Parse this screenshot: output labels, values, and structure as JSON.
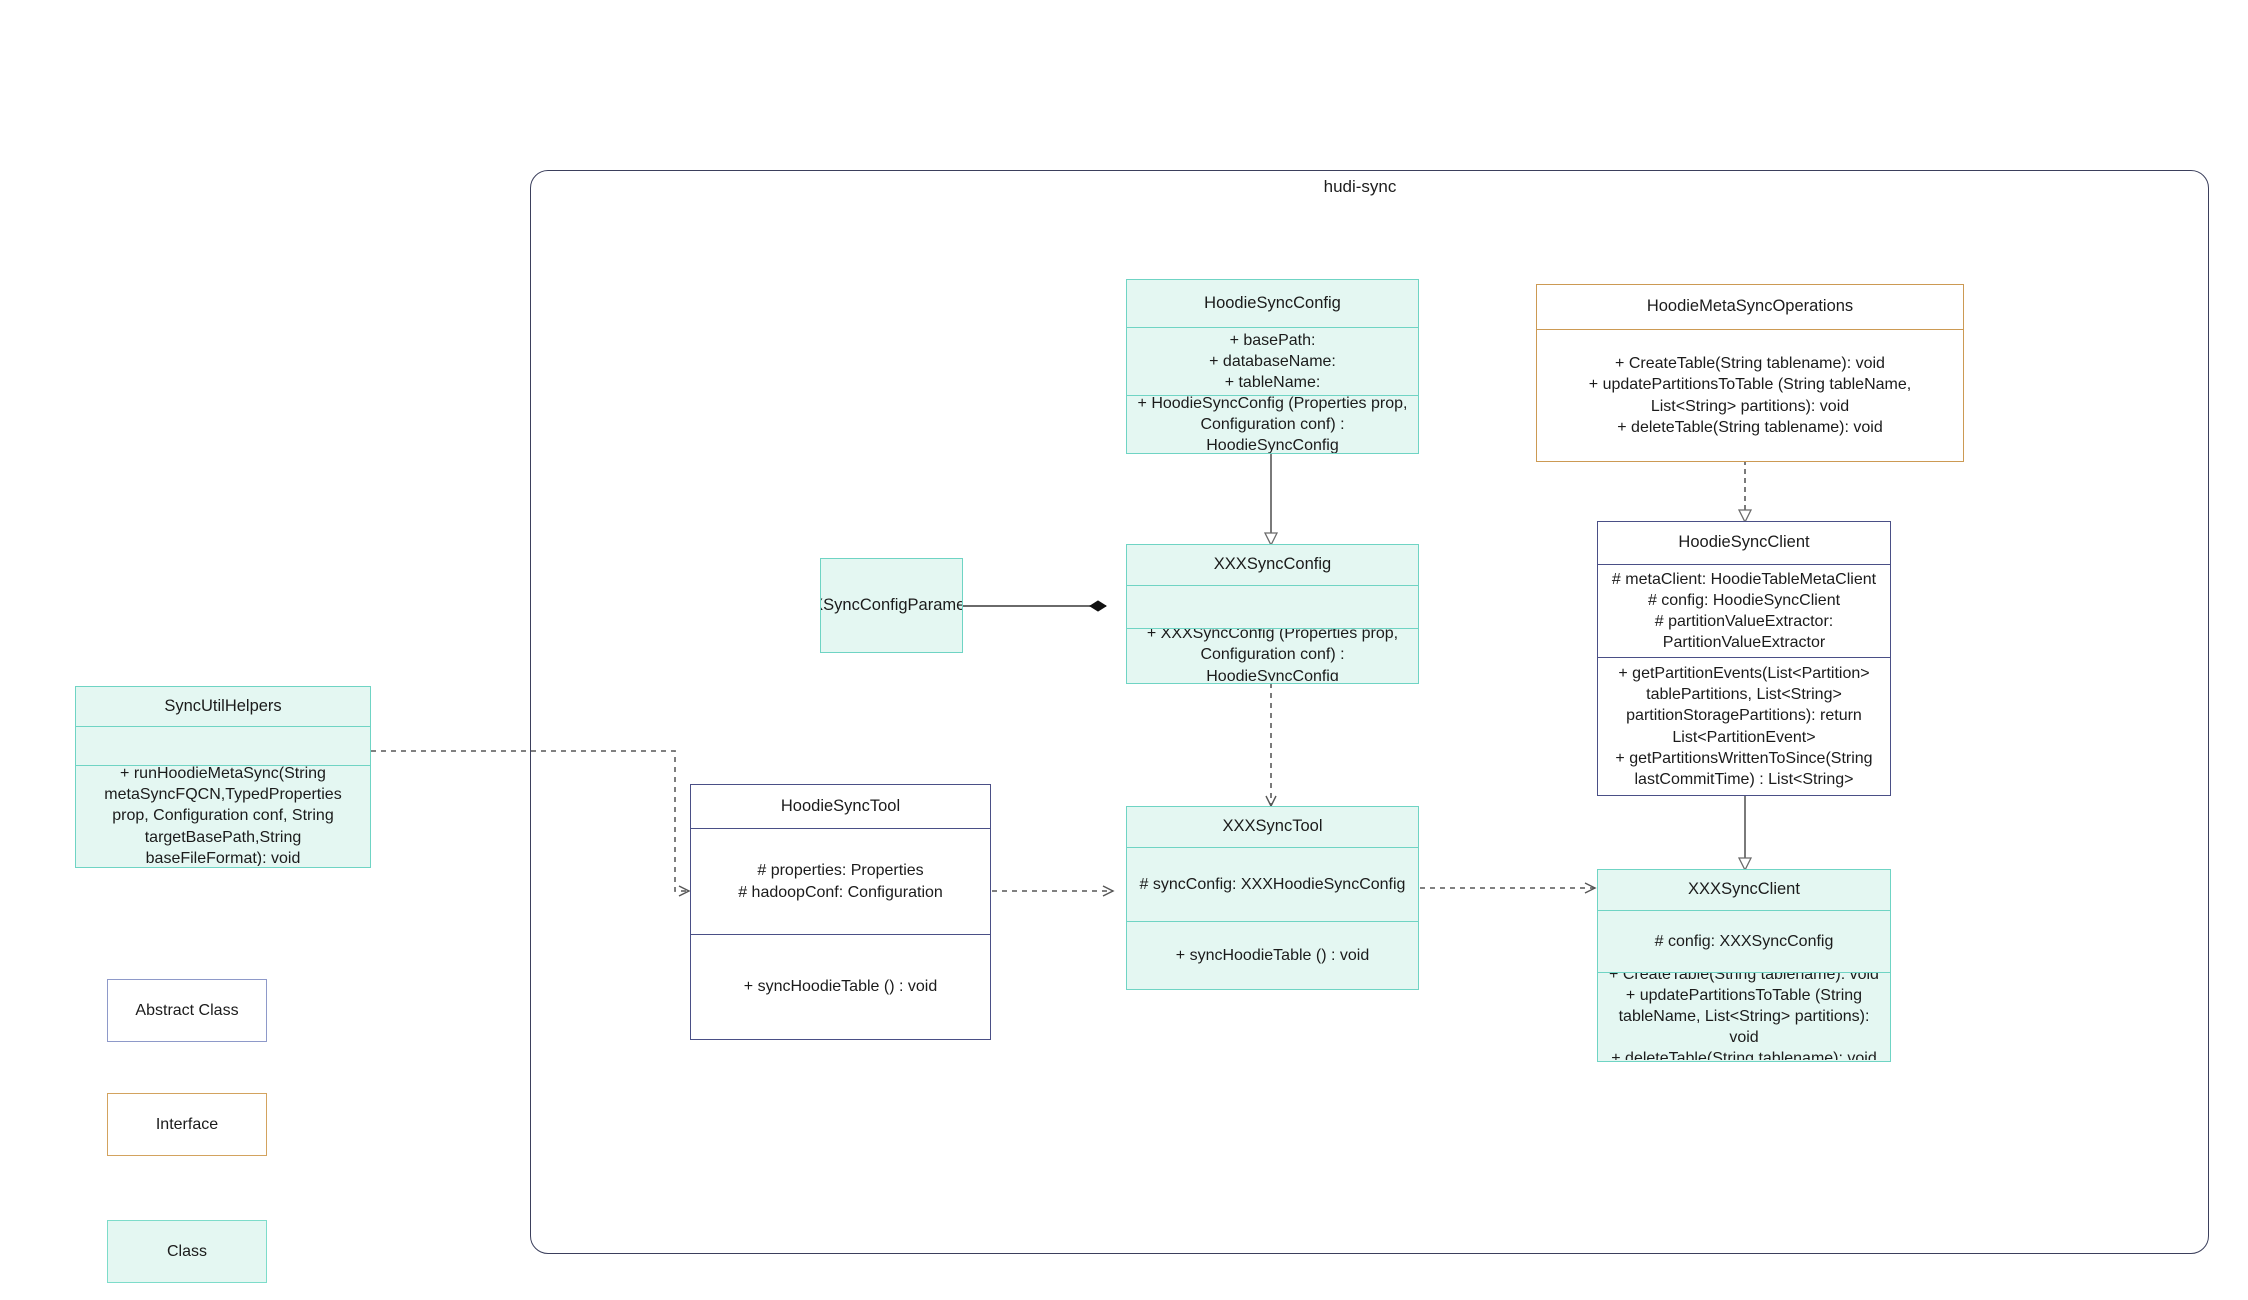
{
  "package": {
    "title": "hudi-sync"
  },
  "legend": {
    "abstract_label": "Abstract Class",
    "interface_label": "Interface",
    "class_label": "Class"
  },
  "colors": {
    "class_fill": "#e4f7f2",
    "class_border": "#6fd4c4",
    "abstract_border": "#4a4f86",
    "interface_border": "#cc9a54",
    "package_border": "#3b3f5c",
    "connector": "#6b6b6b"
  },
  "classes": {
    "hoodie_sync_config": {
      "name": "HoodieSyncConfig",
      "attributes": "+   basePath:\n+   databaseName:\n+   tableName:",
      "operations": "+   HoodieSyncConfig (Properties prop, Configuration conf) : HoodieSyncConfig",
      "stereotype": "class"
    },
    "hoodie_meta_sync_operations": {
      "name": "HoodieMetaSyncOperations",
      "operations": "+   CreateTable(String tablename): void\n+   updatePartitionsToTable (String tableName, List<String> partitions): void\n+   deleteTable(String tablename): void",
      "stereotype": "interface"
    },
    "xxx_sync_config_parameters": {
      "name": "XXXSyncConfigParameters",
      "stereotype": "class"
    },
    "xxx_sync_config": {
      "name": "XXXSyncConfig",
      "attributes": "",
      "operations": "+   XXXSyncConfig (Properties prop, Configuration conf) : HoodieSyncConfig",
      "stereotype": "class"
    },
    "hoodie_sync_client": {
      "name": "HoodieSyncClient",
      "attributes": "#   metaClient: HoodieTableMetaClient\n#   config: HoodieSyncClient\n#   partitionValueExtractor: PartitionValueExtractor",
      "operations": "+   getPartitionEvents(List<Partition> tablePartitions, List<String> partitionStoragePartitions): return List<PartitionEvent>\n+   getPartitionsWrittenToSince(String lastCommitTime) : List<String>",
      "stereotype": "abstract"
    },
    "sync_util_helpers": {
      "name": "SyncUtilHelpers",
      "attributes": "",
      "operations": "+    runHoodieMetaSync(String metaSyncFQCN,TypedProperties prop, Configuration conf, String targetBasePath,String baseFileFormat): void",
      "stereotype": "class"
    },
    "hoodie_sync_tool": {
      "name": "HoodieSyncTool",
      "attributes": "#   properties: Properties\n#   hadoopConf: Configuration",
      "operations": "+   syncHoodieTable () : void",
      "stereotype": "abstract"
    },
    "xxx_sync_tool": {
      "name": "XXXSyncTool",
      "attributes": "#   syncConfig: XXXHoodieSyncConfig",
      "operations": "+   syncHoodieTable () : void",
      "stereotype": "class"
    },
    "xxx_sync_client": {
      "name": "XXXSyncClient",
      "attributes": "#    config: XXXSyncConfig",
      "operations": "+   CreateTable(String tablename): void\n+   updatePartitionsToTable (String tableName, List<String> partitions): void\n+   deleteTable(String tablename): void",
      "stereotype": "class"
    }
  },
  "relations": [
    {
      "id": "rel-config-inherit",
      "from": "HoodieSyncConfig",
      "to": "XXXSyncConfig",
      "type": "generalization"
    },
    {
      "id": "rel-meta-realize",
      "from": "HoodieMetaSyncOperations",
      "to": "HoodieSyncClient",
      "type": "realization"
    },
    {
      "id": "rel-params-compose",
      "from": "XXXSyncConfigParameters",
      "to": "XXXSyncConfig",
      "type": "composition"
    },
    {
      "id": "rel-config-tool-dep",
      "from": "XXXSyncConfig",
      "to": "XXXSyncTool",
      "type": "dependency"
    },
    {
      "id": "rel-client-inherit",
      "from": "HoodieSyncClient",
      "to": "XXXSyncClient",
      "type": "generalization"
    },
    {
      "id": "rel-helpers-tool",
      "from": "SyncUtilHelpers",
      "to": "HoodieSyncTool",
      "type": "dependency"
    },
    {
      "id": "rel-tool-tool",
      "from": "HoodieSyncTool",
      "to": "XXXSyncTool",
      "type": "dependency"
    },
    {
      "id": "rel-tool-client",
      "from": "XXXSyncTool",
      "to": "XXXSyncClient",
      "type": "dependency"
    }
  ]
}
